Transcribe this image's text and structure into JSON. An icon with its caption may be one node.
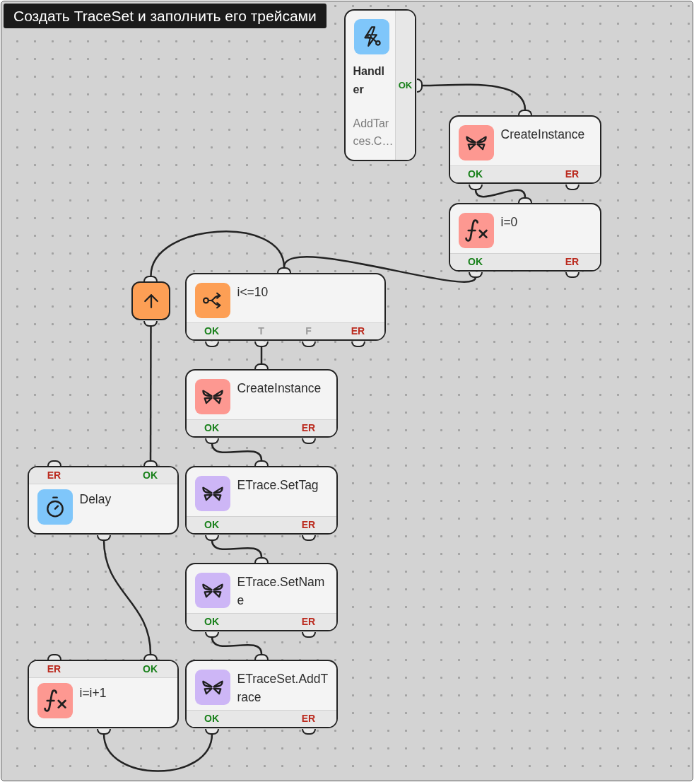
{
  "diagram": {
    "title": "Создать TraceSet и заполнить его трейсами",
    "nodes": [
      {
        "text": [
          "Handler",
          "AddTarces.C…",
          "OK"
        ]
      },
      {
        "text": [
          "CreateInstance",
          "OK",
          "ER"
        ]
      },
      {
        "text": [
          "i=0",
          "OK",
          "ER"
        ]
      },
      {
        "text": [],
        "shape": "box"
      },
      {
        "text": [
          "i<=10",
          "OK",
          "T",
          "F",
          "ER"
        ]
      },
      {
        "text": [
          "CreateInstance",
          "OK",
          "ER"
        ]
      },
      {
        "text": [
          "Delay",
          "ER",
          "OK"
        ]
      },
      {
        "text": [
          "ETrace.SetTag",
          "OK",
          "ER"
        ]
      },
      {
        "text": [
          "ETrace.SetName",
          "OK",
          "ER"
        ]
      },
      {
        "text": [
          "i=i+1",
          "ER",
          "OK"
        ]
      },
      {
        "text": [
          "ETraceSet.AddTrace",
          "OK",
          "ER"
        ]
      }
    ],
    "edges": [
      {
        "from": 0,
        "to": 1,
        "arrow": "none"
      },
      {
        "from": 1,
        "to": 2,
        "arrow": "none"
      },
      {
        "from": 2,
        "to": 4,
        "arrow": "none"
      },
      {
        "from": 4,
        "to": 5,
        "arrow": "none"
      },
      {
        "from": 5,
        "to": 7,
        "arrow": "none"
      },
      {
        "from": 7,
        "to": 8,
        "arrow": "none"
      },
      {
        "from": 8,
        "to": 10,
        "arrow": "none"
      },
      {
        "from": 10,
        "to": 9,
        "arrow": "none"
      },
      {
        "from": 9,
        "to": 6,
        "arrow": "none"
      },
      {
        "from": 6,
        "to": 3,
        "arrow": "none"
      },
      {
        "from": 3,
        "to": 4,
        "arrow": "none"
      }
    ]
  }
}
